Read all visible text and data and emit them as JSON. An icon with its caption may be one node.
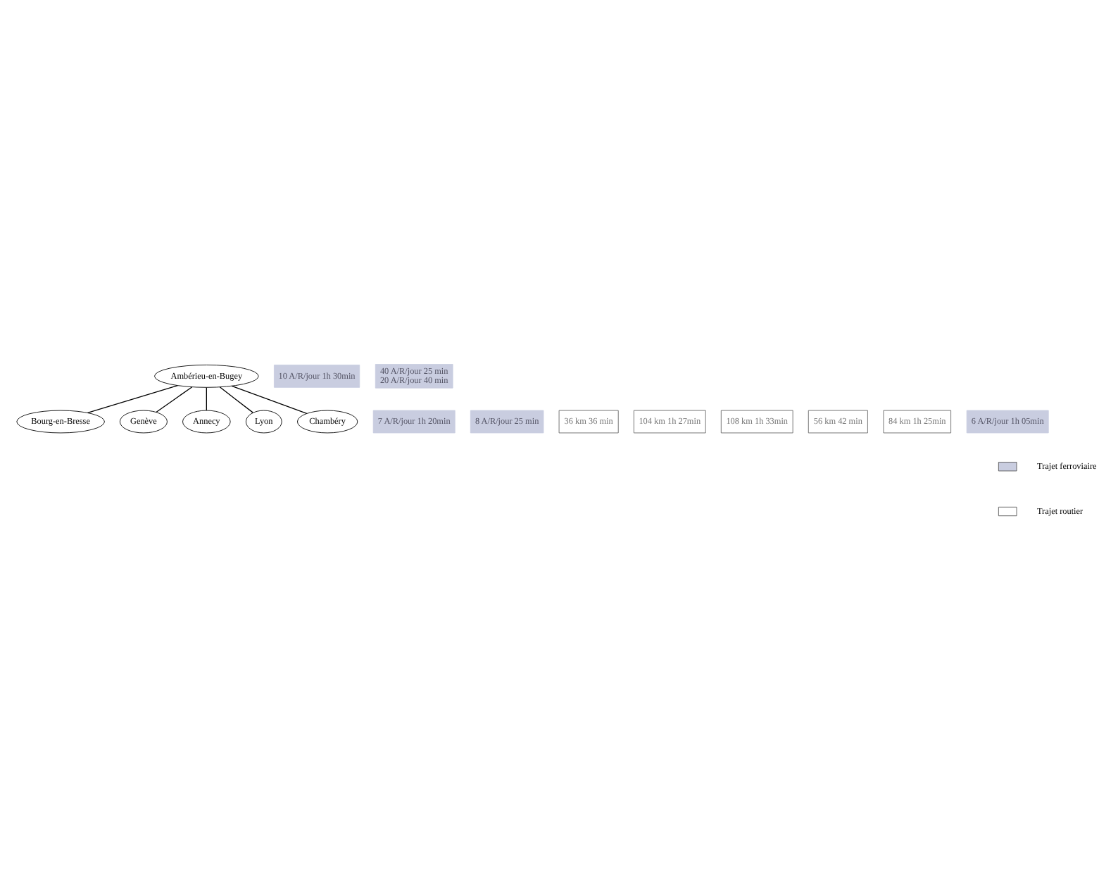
{
  "diagram": {
    "nodes": [
      {
        "text": [
          "Ambérieu-en-Bugey"
        ]
      },
      {
        "text": [
          "Bourg-en-Bresse"
        ]
      },
      {
        "text": [
          "Genève"
        ]
      },
      {
        "text": [
          "Annecy"
        ]
      },
      {
        "text": [
          "Lyon"
        ]
      },
      {
        "text": [
          "Chambéry"
        ]
      },
      {
        "text": [
          "7 A/R/jour 1h 20min"
        ]
      },
      {
        "text": [
          "8 A/R/jour 25 min"
        ]
      },
      {
        "text": [
          "36 km 36 min"
        ]
      },
      {
        "text": [
          "104 km 1h 27min"
        ]
      },
      {
        "text": [
          "10 A/R/jour 1h 30min"
        ]
      },
      {
        "text": [
          "40 A/R/jour 25 min",
          "20 A/R/jour 40 min"
        ]
      },
      {
        "text": [
          "108 km 1h 33min"
        ]
      },
      {
        "text": [
          "56 km 42 min"
        ]
      },
      {
        "text": [
          "84 km 1h 25min"
        ]
      },
      {
        "text": [
          "6 A/R/jour 1h 05min"
        ]
      }
    ],
    "edges": [
      {
        "from": 0,
        "to": 1,
        "arrow": "none"
      },
      {
        "from": 0,
        "to": 2,
        "arrow": "none"
      },
      {
        "from": 0,
        "to": 3,
        "arrow": "none"
      },
      {
        "from": 0,
        "to": 4,
        "arrow": "none"
      },
      {
        "from": 0,
        "to": 5,
        "arrow": "none"
      }
    ],
    "legend": [
      {
        "text": "Trajet ferroviaire",
        "color": "#c9cde0"
      },
      {
        "text": "Trajet routier",
        "color": "#ffffff"
      }
    ]
  }
}
